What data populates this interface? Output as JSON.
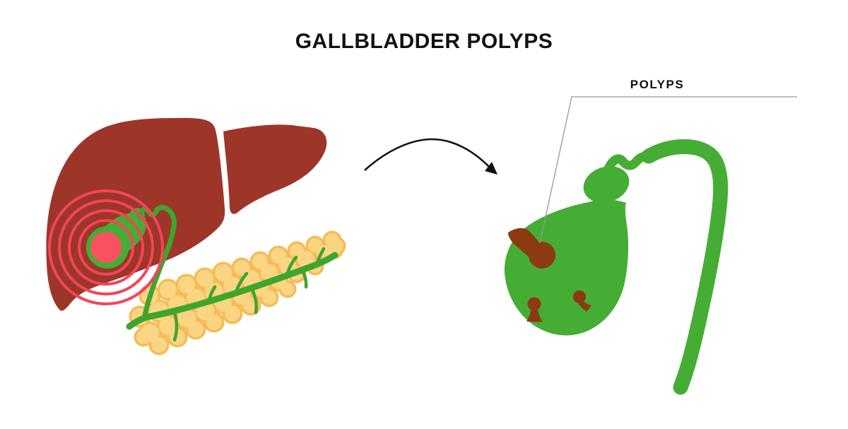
{
  "title": "GALLBLADDER POLYPS",
  "callout": {
    "label": "POLYPS"
  },
  "illustrations": {
    "left": "liver with highlighted gallbladder and pancreas",
    "middle": "curved magnify arrow",
    "right": "enlarged gallbladder with three polyps"
  },
  "colors": {
    "background": "#ffffff",
    "title_text": "#111111",
    "liver": "#9E3529",
    "gallbladder_green": "#45AD33",
    "duct_green": "#3EA52F",
    "alert_ring": "#F2455A",
    "alert_fill": "#F9515F",
    "pancreas_base": "#F5BC55",
    "pancreas_lobule": "#FAD584",
    "polyp_brown": "#8B3A12",
    "arrow_black": "#111111",
    "callout_line": "#999999"
  }
}
